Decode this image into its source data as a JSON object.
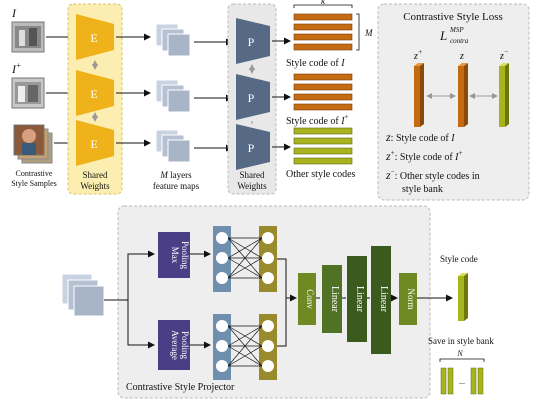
{
  "top": {
    "input_labels": [
      "I",
      "I",
      ""
    ],
    "input_sup": [
      "",
      "+",
      ""
    ],
    "contrastive_samples_label_1": "Contrastive",
    "contrastive_samples_label_2": "Style Samples",
    "encoder_label": "E",
    "encoder_shared_1": "Shared",
    "encoder_shared_2": "Weights",
    "feature_maps_label_1": "M layers",
    "feature_maps_label_1_var": "M",
    "feature_maps_label_2": "feature maps",
    "projector_label": "P",
    "projector_shared_1": "Shared",
    "projector_shared_2": "Weights",
    "k_label": "k",
    "m_label": "M",
    "style_code_I": "Style code of ",
    "style_code_I_var": "I",
    "style_code_Iplus": "Style code of ",
    "style_code_Iplus_var": "I",
    "style_code_Iplus_sup": "+",
    "other_style_codes": "Other style codes"
  },
  "loss_box": {
    "title": "Contrastive Style Loss",
    "loss_symbol": "L",
    "loss_sup": "MSP",
    "loss_sub": "contra",
    "bar_labels": [
      "z",
      "z",
      "z"
    ],
    "bar_sups": [
      "+",
      "",
      "−"
    ],
    "legend": [
      {
        "var": "z",
        "sup": "",
        "text": ": Style code of ",
        "ref": "I",
        "ref_sup": ""
      },
      {
        "var": "z",
        "sup": "+",
        "text": ": Style code of ",
        "ref": "I",
        "ref_sup": "+"
      },
      {
        "var": "z",
        "sup": "−",
        "text": ": Other style codes in",
        "ref": "",
        "ref_sup": ""
      }
    ],
    "legend_cont": "style bank"
  },
  "bottom": {
    "projector_title": "Contrastive Style Projector",
    "max_pool_1": "Max",
    "max_pool_2": "Pooling",
    "avg_pool_1": "Average",
    "avg_pool_2": "Pooling",
    "conv": "Conv",
    "linear1": "Linear",
    "linear2": "Linear",
    "linear3": "Linear",
    "norm": "Norm",
    "style_code": "Style code",
    "save_label": "Save in style bank",
    "n_label": "N",
    "dots": "..."
  },
  "colors": {
    "encoder": "#f0b21a",
    "encoder_panel": "#fbeeb0",
    "projector": "#566a86",
    "pool": "#4a3f86",
    "mlp_a": "#6f8fae",
    "mlp_b": "#9a8a2e",
    "green_dark": "#3b5a1d",
    "green_mid": "#6f8a22",
    "olive": "#a8b41f",
    "orange_code": "#c46a12",
    "feature_gray": "#a8b4c8",
    "panel_gray": "#eeeeee"
  }
}
